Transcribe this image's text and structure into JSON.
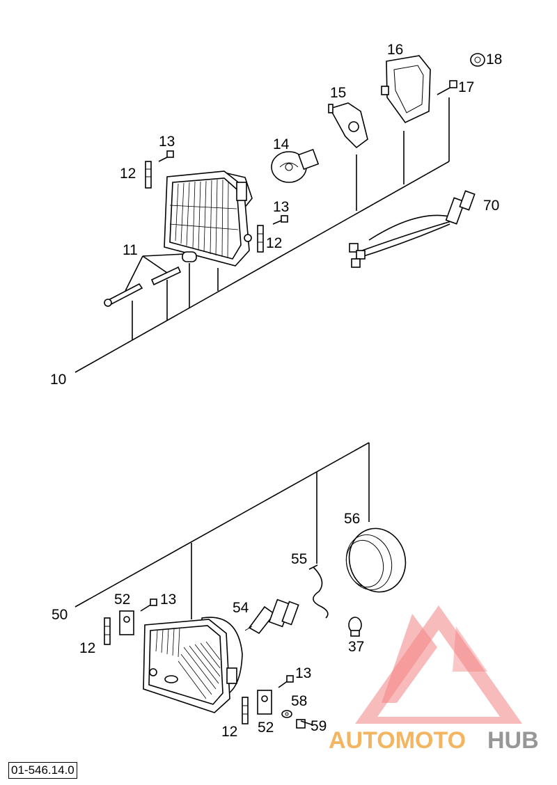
{
  "reference_number": "01-546.14.0",
  "watermark": {
    "text_part1": "AUTOMOTO",
    "text_part2": "HUB",
    "color_light": "#f2a33a",
    "color_dark": "#8c8c8c",
    "logo_color": "#ef5a5a"
  },
  "callouts": {
    "c10": "10",
    "c11": "11",
    "c12a": "12",
    "c12b": "12",
    "c13a": "13",
    "c13b": "13",
    "c14": "14",
    "c15": "15",
    "c16": "16",
    "c17": "17",
    "c18": "18",
    "c70": "70",
    "c50": "50",
    "c52a": "52",
    "c52b": "52",
    "c13c": "13",
    "c13d": "13",
    "c12c": "12",
    "c12d": "12",
    "c54": "54",
    "c55": "55",
    "c56": "56",
    "c37": "37",
    "c58": "58",
    "c59": "59"
  }
}
